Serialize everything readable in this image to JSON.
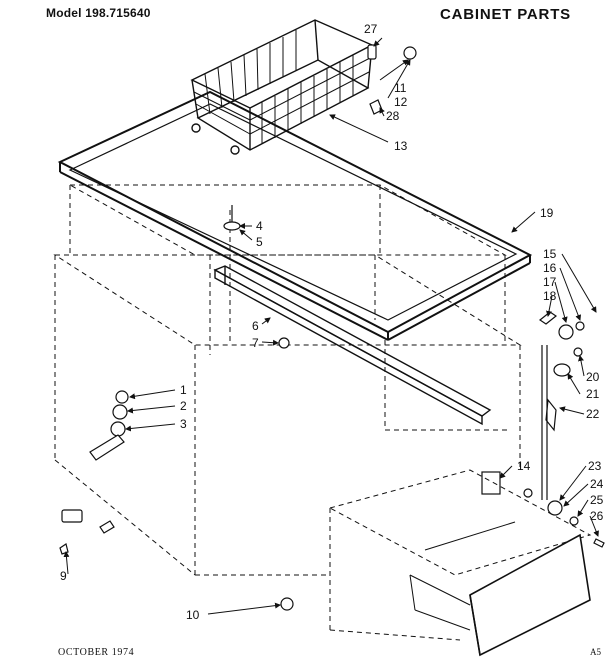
{
  "header": {
    "model": "Model 198.715640",
    "title": "CABINET PARTS"
  },
  "footer": {
    "date": "OCTOBER 1974",
    "code": "A5"
  },
  "callouts": [
    "1",
    "2",
    "3",
    "4",
    "5",
    "6",
    "7",
    "9",
    "10",
    "11",
    "12",
    "13",
    "14",
    "15",
    "16",
    "17",
    "18",
    "19",
    "20",
    "21",
    "22",
    "23",
    "24",
    "25",
    "26",
    "27",
    "28"
  ]
}
